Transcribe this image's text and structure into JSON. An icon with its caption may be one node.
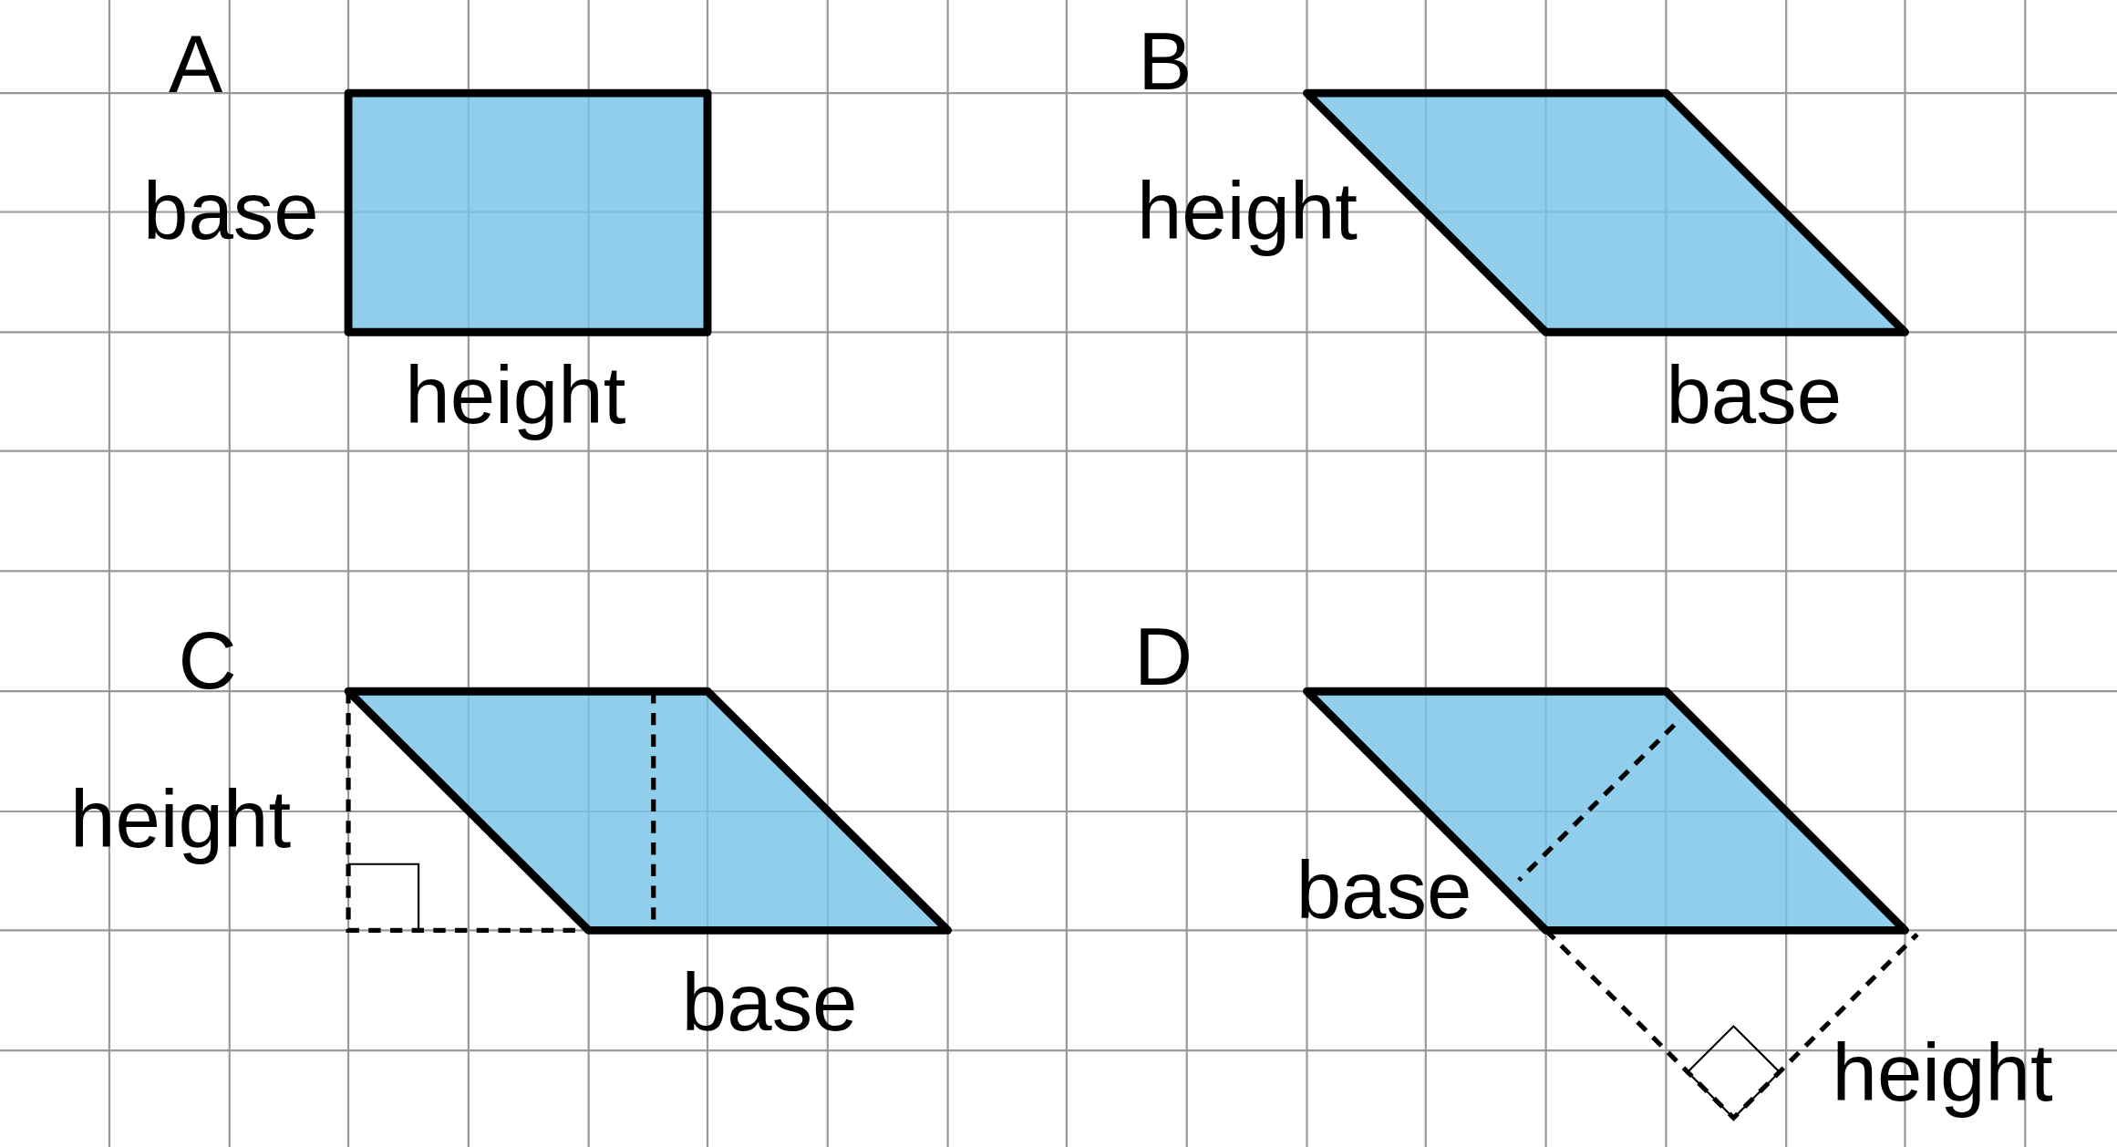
{
  "diagram": {
    "labels": [
      "A",
      "base",
      "height",
      "B",
      "height",
      "base",
      "C",
      "height",
      "base",
      "D",
      "base",
      "height"
    ]
  }
}
